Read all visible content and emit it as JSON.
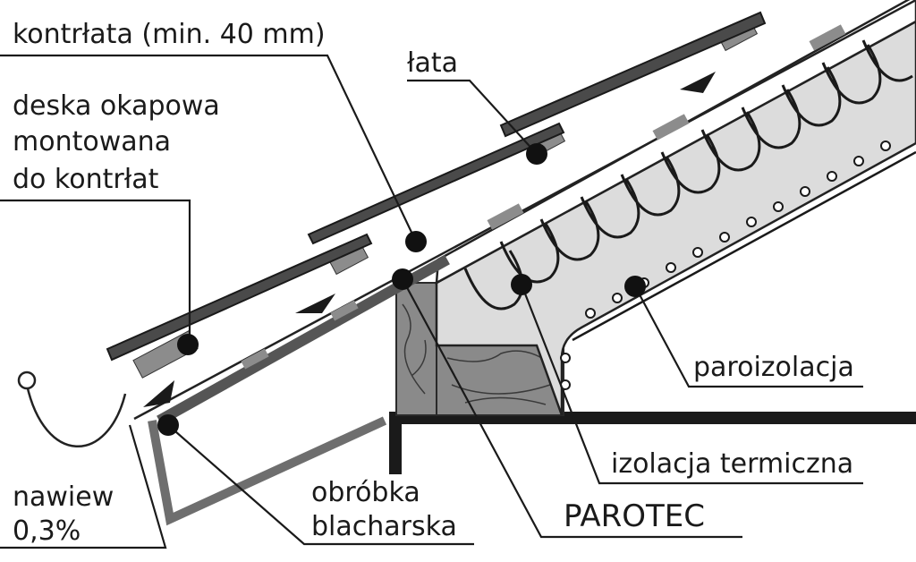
{
  "labels": {
    "kontrlata": "kontrłata (min. 40 mm)",
    "lata": "łata",
    "deska_1": "deska okapowa",
    "deska_2": "montowana",
    "deska_3": "do kontrłat",
    "paroizolacja": "paroizolacja",
    "izolacja": "izolacja termiczna",
    "parotec": "PAROTEC",
    "obrobka_1": "obróbka",
    "obrobka_2": "blacharska",
    "nawiew_1": "nawiew",
    "nawiew_2": "0,3%"
  },
  "colors": {
    "ink": "#1a1a1a",
    "tile": "#4a4a4a",
    "batten": "#8c8c8c",
    "insulation": "#dcdcdc",
    "wood": "#8a8a8a",
    "flashing": "#6e6e6e"
  }
}
